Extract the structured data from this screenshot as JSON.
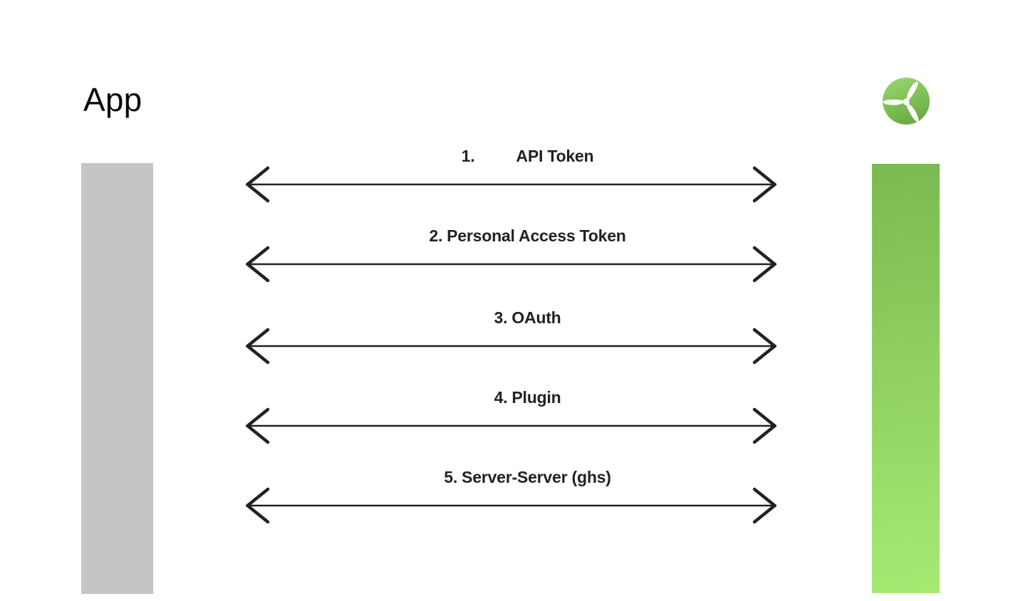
{
  "diagram": {
    "left_node": {
      "title": "App",
      "bar_color": "#c5c5c5"
    },
    "right_node": {
      "logo_icon": "wind-turbine-icon",
      "bar_gradient_top": "#7bb951",
      "bar_gradient_bottom": "#a6ea72",
      "logo_gradient_top": "#9ad96e",
      "logo_gradient_bottom": "#6fae47"
    },
    "connections": {
      "arrow_color": "#222222",
      "items": [
        {
          "number": "1.",
          "label": "API Token"
        },
        {
          "number": "2.",
          "label": "Personal Access Token"
        },
        {
          "number": "3.",
          "label": "OAuth"
        },
        {
          "number": "4.",
          "label": "Plugin"
        },
        {
          "number": "5.",
          "label": "Server-Server (ghs)"
        }
      ]
    }
  }
}
